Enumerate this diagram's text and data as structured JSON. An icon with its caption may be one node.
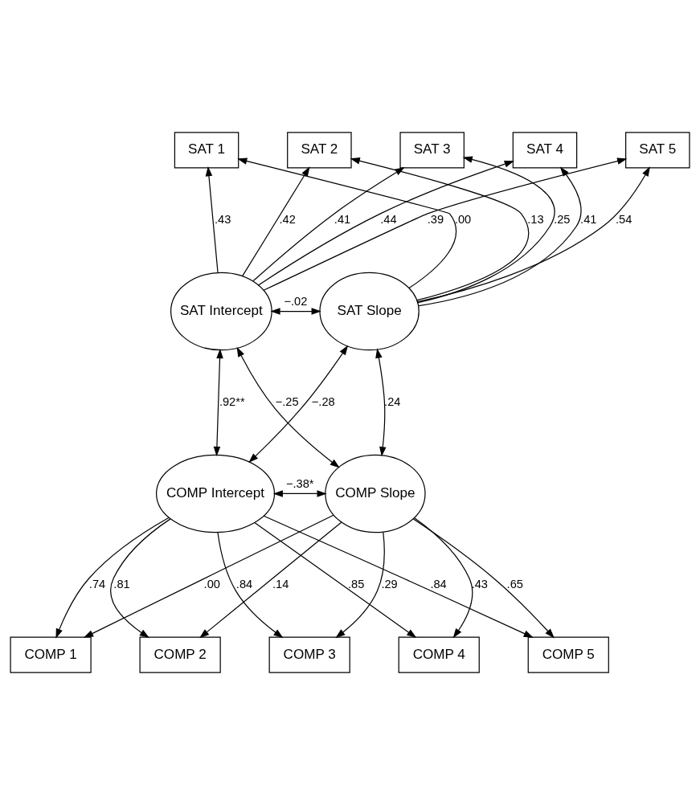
{
  "diagram": {
    "nodes": [
      {
        "text": [
          "SAT 1"
        ]
      },
      {
        "text": [
          "SAT 2"
        ]
      },
      {
        "text": [
          "SAT 3"
        ]
      },
      {
        "text": [
          "SAT 4"
        ]
      },
      {
        "text": [
          "SAT 5"
        ]
      },
      {
        "text": [
          "SAT Intercept"
        ]
      },
      {
        "text": [
          "SAT Slope"
        ]
      },
      {
        "text": [
          "COMP Intercept"
        ]
      },
      {
        "text": [
          "COMP Slope"
        ]
      },
      {
        "text": [
          "COMP 1"
        ]
      },
      {
        "text": [
          "COMP 2"
        ]
      },
      {
        "text": [
          "COMP 3"
        ]
      },
      {
        "text": [
          "COMP 4"
        ]
      },
      {
        "text": [
          "COMP 5"
        ]
      }
    ],
    "edges": [
      {
        "from": 5,
        "to": 0,
        "arrow": "to",
        "label": ".43"
      },
      {
        "from": 5,
        "to": 1,
        "arrow": "to",
        "label": ".42"
      },
      {
        "from": 5,
        "to": 2,
        "arrow": "to",
        "label": ".41"
      },
      {
        "from": 5,
        "to": 3,
        "arrow": "to",
        "label": ".44"
      },
      {
        "from": 5,
        "to": 4,
        "arrow": "to",
        "label": ".39"
      },
      {
        "from": 6,
        "to": 0,
        "arrow": "to",
        "label": ".00"
      },
      {
        "from": 6,
        "to": 1,
        "arrow": "to",
        "label": ".13"
      },
      {
        "from": 6,
        "to": 2,
        "arrow": "to",
        "label": ".25"
      },
      {
        "from": 6,
        "to": 3,
        "arrow": "to",
        "label": ".41"
      },
      {
        "from": 6,
        "to": 4,
        "arrow": "to",
        "label": ".54"
      },
      {
        "from": 5,
        "to": 6,
        "arrow": "both",
        "label": "−.02"
      },
      {
        "from": 5,
        "to": 7,
        "arrow": "both",
        "label": ".92**"
      },
      {
        "from": 6,
        "to": 8,
        "arrow": "both",
        "label": ".24"
      },
      {
        "from": 5,
        "to": 8,
        "arrow": "both",
        "label": "−.25"
      },
      {
        "from": 6,
        "to": 7,
        "arrow": "both",
        "label": "−.28"
      },
      {
        "from": 7,
        "to": 8,
        "arrow": "both",
        "label": "−.38*"
      },
      {
        "from": 7,
        "to": 9,
        "arrow": "to",
        "label": ".74"
      },
      {
        "from": 7,
        "to": 10,
        "arrow": "to",
        "label": ".81"
      },
      {
        "from": 7,
        "to": 11,
        "arrow": "to",
        "label": ".84"
      },
      {
        "from": 7,
        "to": 12,
        "arrow": "to",
        "label": ".85"
      },
      {
        "from": 7,
        "to": 13,
        "arrow": "to",
        "label": ".84"
      },
      {
        "from": 8,
        "to": 9,
        "arrow": "to",
        "label": ".00"
      },
      {
        "from": 8,
        "to": 10,
        "arrow": "to",
        "label": ".14"
      },
      {
        "from": 8,
        "to": 11,
        "arrow": "to",
        "label": ".29"
      },
      {
        "from": 8,
        "to": 12,
        "arrow": "to",
        "label": ".43"
      },
      {
        "from": 8,
        "to": 13,
        "arrow": "to",
        "label": ".65"
      }
    ]
  }
}
